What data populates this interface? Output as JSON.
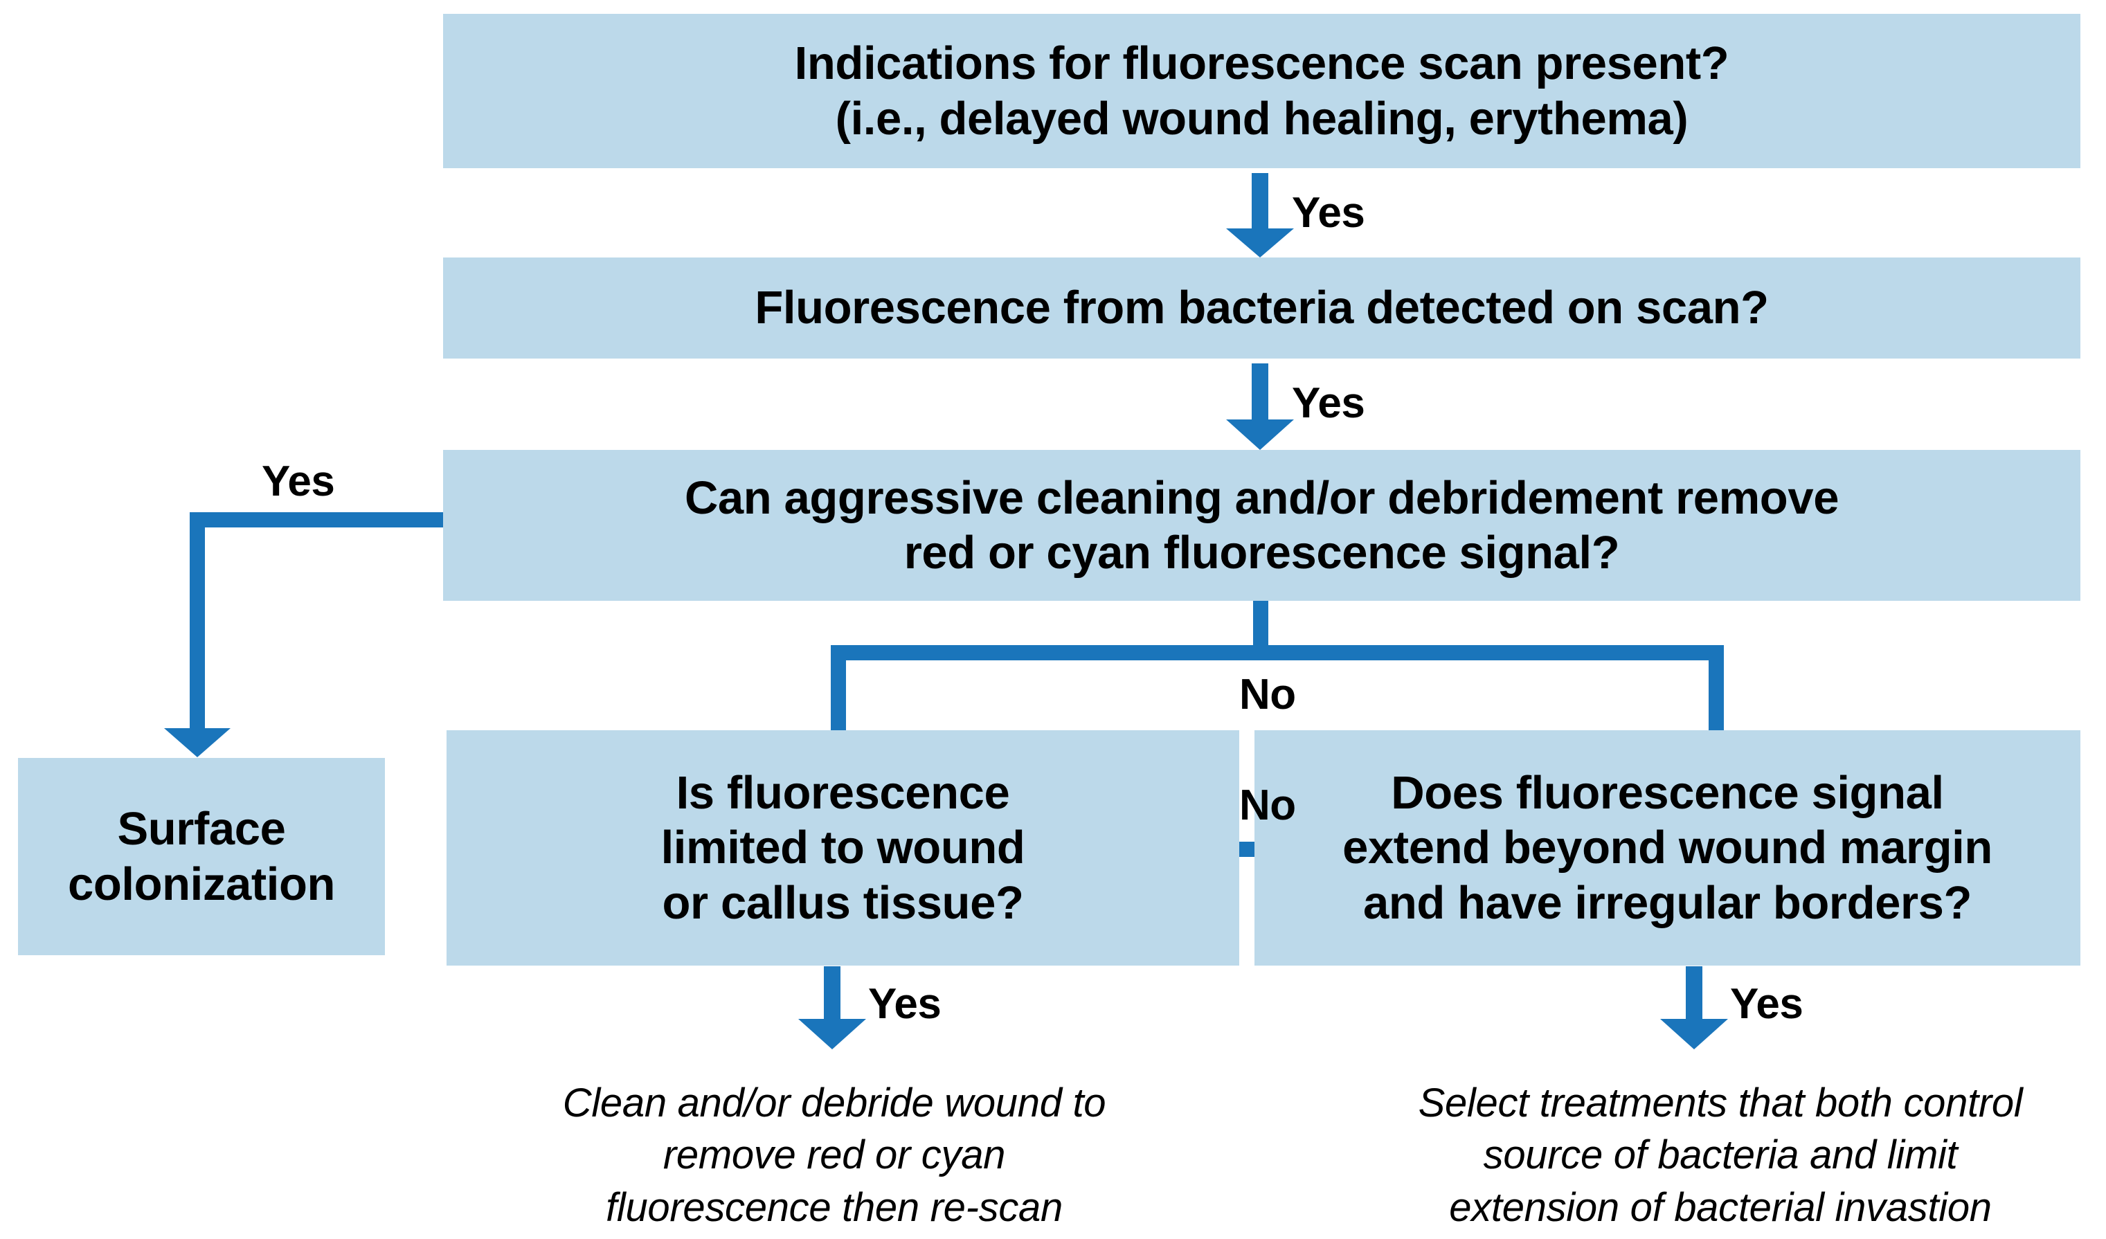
{
  "diagram": {
    "title": "Fluorescence scan clinical decision flowchart",
    "colors": {
      "node_fill": "#bcd9ea",
      "connector": "#1a75bb",
      "text": "#000000",
      "background": "#ffffff"
    }
  },
  "nodes": {
    "indications": "Indications for fluorescence scan present?\n(i.e., delayed wound healing, erythema)",
    "fluorescence_detected": "Fluorescence from bacteria detected on scan?",
    "debridement": "Can aggressive cleaning and/or debridement remove\nred or cyan fluorescence signal?",
    "limited_to_wound": "Is fluorescence\nlimited to wound\nor callus tissue?",
    "extend_beyond": "Does fluorescence signal\nextend beyond wound margin\nand have irregular borders?",
    "surface_colonization": "Surface\ncolonization"
  },
  "edge_labels": {
    "yes_indications_to_detected": "Yes",
    "yes_detected_to_debridement": "Yes",
    "yes_debridement_to_surface": "Yes",
    "no_debridement_split": "No",
    "no_limited_to_extend": "No",
    "yes_limited_to_clean": "Yes",
    "yes_extend_to_select": "Yes"
  },
  "notes": {
    "clean_debride": "Clean and/or debride wound to\nremove red or cyan\nfluorescence then re-scan",
    "select_treatments": "Select treatments that both control\nsource of bacteria and limit\nextension of bacterial invastion"
  }
}
